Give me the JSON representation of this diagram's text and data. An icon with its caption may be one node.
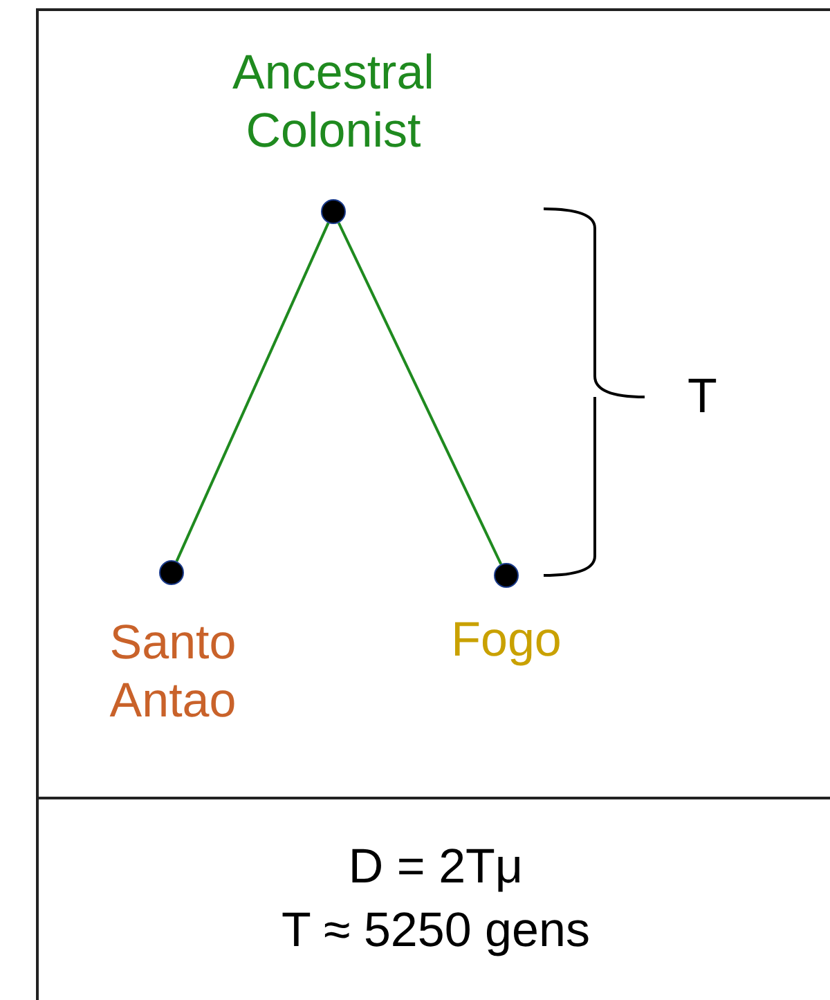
{
  "diagram": {
    "nodes": [
      {
        "text": [
          "Ancestral Colonist"
        ]
      },
      {
        "text": [
          "Santo Antao"
        ]
      },
      {
        "text": [
          "Fogo"
        ]
      }
    ],
    "edges": [
      {
        "from": 0,
        "to": 1,
        "arrow": "none"
      },
      {
        "from": 0,
        "to": 2,
        "arrow": "none"
      }
    ],
    "labels": [
      "T",
      "D = 2Tμ",
      "T ≈ 5250 gens"
    ]
  }
}
